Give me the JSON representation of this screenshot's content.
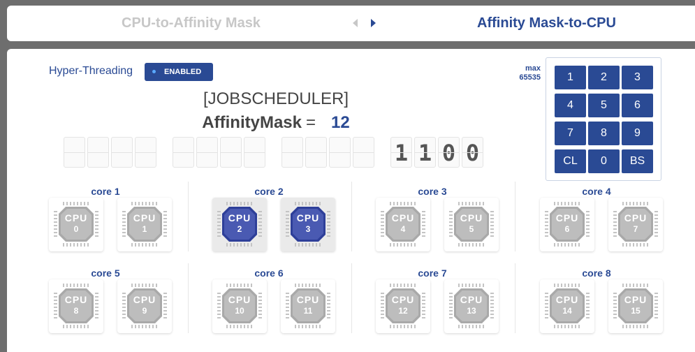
{
  "nav": {
    "left_tab": "CPU-to-Affinity Mask",
    "right_tab": "Affinity Mask-to-CPU"
  },
  "hyperthreading": {
    "label": "Hyper-Threading",
    "badge": "ENABLED"
  },
  "job": {
    "name": "[JOBSCHEDULER]"
  },
  "mask": {
    "label": "AffinityMask",
    "equals": "=",
    "value": "12"
  },
  "bits": [
    {
      "d": ""
    },
    {
      "d": ""
    },
    {
      "d": ""
    },
    {
      "d": ""
    },
    {
      "d": ""
    },
    {
      "d": ""
    },
    {
      "d": ""
    },
    {
      "d": ""
    },
    {
      "d": ""
    },
    {
      "d": ""
    },
    {
      "d": ""
    },
    {
      "d": ""
    },
    {
      "d": "1"
    },
    {
      "d": "1"
    },
    {
      "d": "0"
    },
    {
      "d": "0"
    }
  ],
  "max": {
    "label": "max",
    "value": "65535"
  },
  "keypad": [
    "1",
    "2",
    "3",
    "4",
    "5",
    "6",
    "7",
    "8",
    "9",
    "CL",
    "0",
    "BS"
  ],
  "cpu_caption": "CPU",
  "cores": [
    {
      "label": "core 1",
      "cpus": [
        {
          "n": "0",
          "active": false
        },
        {
          "n": "1",
          "active": false
        }
      ]
    },
    {
      "label": "core 2",
      "cpus": [
        {
          "n": "2",
          "active": true
        },
        {
          "n": "3",
          "active": true
        }
      ]
    },
    {
      "label": "core 3",
      "cpus": [
        {
          "n": "4",
          "active": false
        },
        {
          "n": "5",
          "active": false
        }
      ]
    },
    {
      "label": "core 4",
      "cpus": [
        {
          "n": "6",
          "active": false
        },
        {
          "n": "7",
          "active": false
        }
      ]
    },
    {
      "label": "core 5",
      "cpus": [
        {
          "n": "8",
          "active": false
        },
        {
          "n": "9",
          "active": false
        }
      ]
    },
    {
      "label": "core 6",
      "cpus": [
        {
          "n": "10",
          "active": false
        },
        {
          "n": "11",
          "active": false
        }
      ]
    },
    {
      "label": "core 7",
      "cpus": [
        {
          "n": "12",
          "active": false
        },
        {
          "n": "13",
          "active": false
        }
      ]
    },
    {
      "label": "core 8",
      "cpus": [
        {
          "n": "14",
          "active": false
        },
        {
          "n": "15",
          "active": false
        }
      ]
    }
  ]
}
